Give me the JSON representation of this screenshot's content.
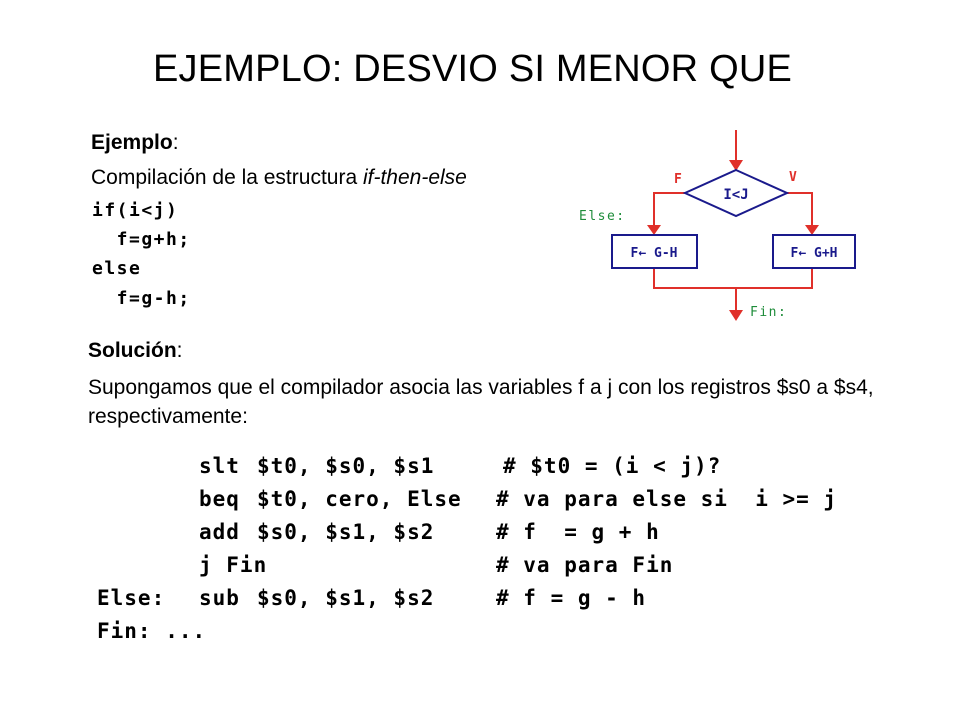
{
  "title": "EJEMPLO: DESVIO SI MENOR QUE",
  "example": {
    "heading_bold": "Ejemplo",
    "heading_colon": ":",
    "desc_prefix": "Compilación de la estructura ",
    "desc_italic": "if-then-else",
    "code": [
      "if(i<j)",
      "  f=g+h;",
      "else",
      "  f=g-h;"
    ]
  },
  "flowchart": {
    "condition": "I<J",
    "false_label": "F",
    "true_label": "V",
    "else_label": "Else:",
    "fin_label": "Fin:",
    "left_box": "F← G-H",
    "right_box": "F← G+H",
    "line_color": "#e0302a",
    "box_color": "#1a1a8c",
    "label_color": "#1e8c3a"
  },
  "solution": {
    "heading_bold": "Solución",
    "heading_colon": ":",
    "text": "Supongamos que el compilador asocia las variables f a j con los registros $s0 a $s4, respectivamente:"
  },
  "assembly": [
    {
      "label": "",
      "instr": "slt",
      "ops": "$t0, $s0, $s1",
      "comment": "# $t0 = (i < j)?"
    },
    {
      "label": "",
      "instr": "beq",
      "ops": "$t0, cero, Else",
      "comment": "# va para else si  i >= j"
    },
    {
      "label": "",
      "instr": "add",
      "ops": "$s0, $s1, $s2",
      "comment": "# f  = g + h"
    },
    {
      "label": "",
      "instr": "j Fin",
      "ops": "",
      "comment": "# va para Fin"
    },
    {
      "label": "Else:",
      "instr": "sub",
      "ops": "$s0, $s1, $s2",
      "comment": "# f = g - h"
    },
    {
      "label": "Fin: ...",
      "instr": "",
      "ops": "",
      "comment": ""
    }
  ]
}
